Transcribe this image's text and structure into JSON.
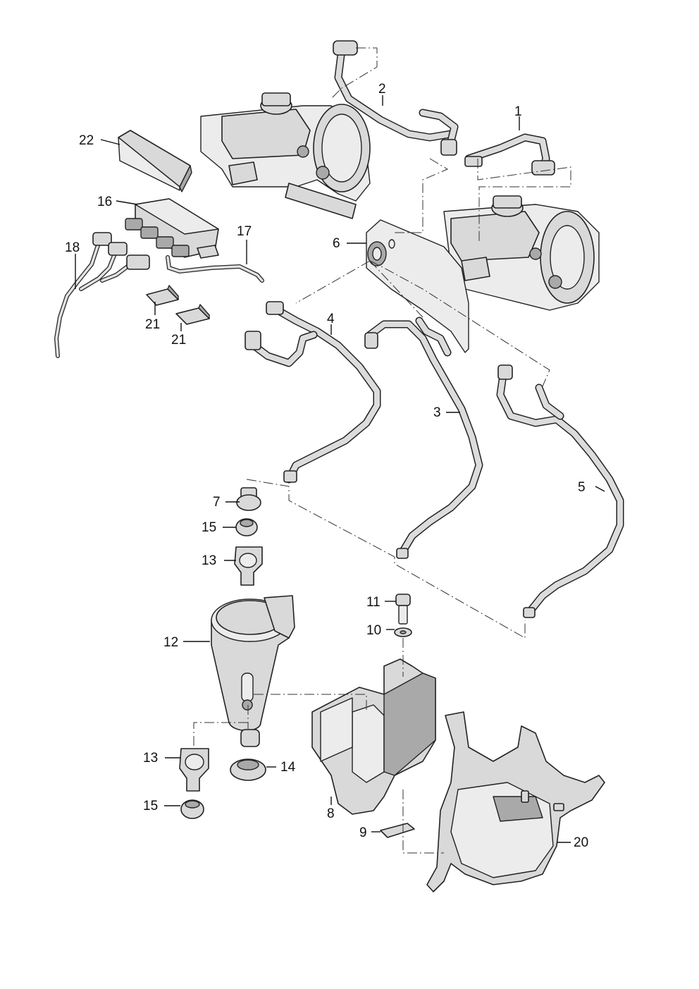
{
  "callouts": {
    "c1": "1",
    "c2": "2",
    "c3": "3",
    "c4": "4",
    "c5": "5",
    "c6": "6",
    "c7": "7",
    "c8": "8",
    "c9": "9",
    "c10": "10",
    "c11": "11",
    "c12": "12",
    "c13a": "13",
    "c13b": "13",
    "c14": "14",
    "c15a": "15",
    "c15b": "15",
    "c16": "16",
    "c17": "17",
    "c18": "18",
    "c20": "20",
    "c21a": "21",
    "c21b": "21",
    "c22": "22"
  },
  "colors": {
    "line": "#111111",
    "part_fill": "#d9d9d9",
    "background": "#ffffff"
  }
}
